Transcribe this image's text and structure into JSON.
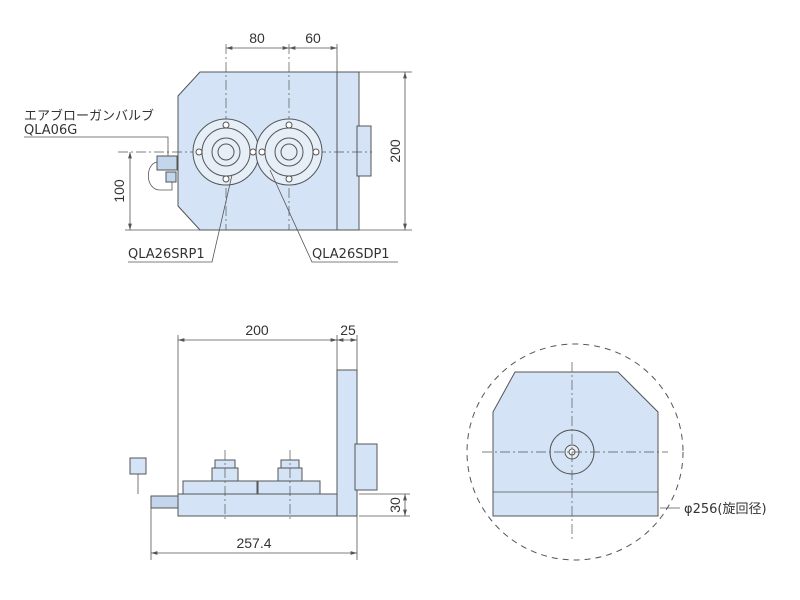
{
  "top_view": {
    "dims": {
      "d80": "80",
      "d60": "60",
      "d200": "200",
      "d100": "100"
    },
    "labels": {
      "valve_name": "エアブローガンバルブ",
      "valve_model": "QLA06G",
      "srp": "QLA26SRP1",
      "sdp": "QLA26SDP1"
    }
  },
  "side_view": {
    "dims": {
      "d200": "200",
      "d25": "25",
      "d30": "30",
      "d257": "257.4"
    }
  },
  "front_view": {
    "dims": {
      "swing": "φ256(旋回径)"
    }
  },
  "colors": {
    "part_fill": "#d4e4f6",
    "line": "#555555",
    "text": "#333333"
  }
}
